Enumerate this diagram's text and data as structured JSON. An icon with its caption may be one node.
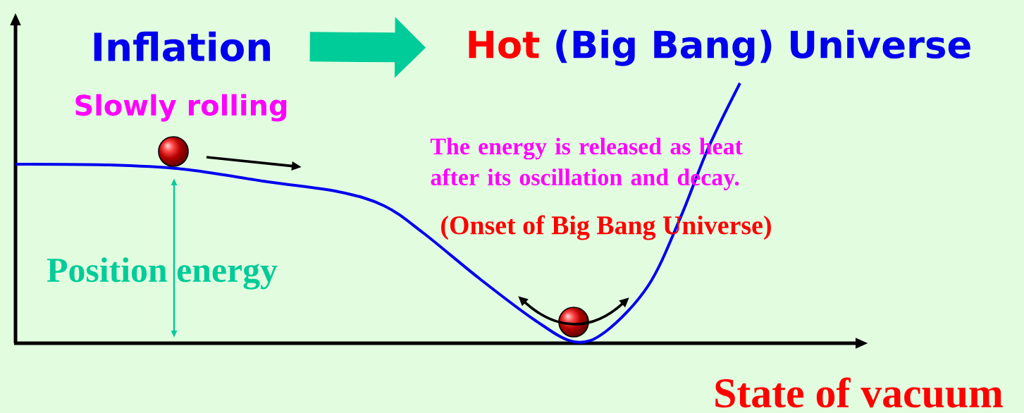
{
  "diagram": {
    "nodes": [
      {
        "text": [
          "Inflation"
        ]
      },
      {
        "text": [
          "Hot",
          "(Big Bang) Universe"
        ]
      }
    ],
    "edges": [
      {
        "from": 0,
        "to": 1,
        "arrow": "to",
        "color": "#00cc99"
      }
    ],
    "labels": [
      "Slowly rolling",
      "The energy is released as heat after its oscillation and decay.",
      "(Onset of Big Bang Universe)",
      "Position energy",
      "State of vacuum"
    ]
  }
}
